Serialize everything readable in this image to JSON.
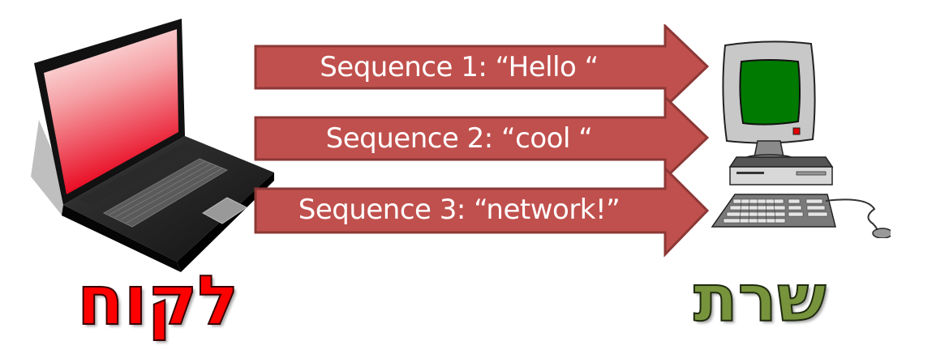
{
  "diagram": {
    "client": {
      "label": "לקוח",
      "icon": "laptop-icon",
      "label_color": "#ff0000",
      "screen_color": "#e8001a"
    },
    "server": {
      "label": "שרת",
      "icon": "desktop-computer-icon",
      "label_color": "#77933c",
      "screen_color": "#007a00",
      "power_led_color": "#e00000"
    },
    "arrows": [
      {
        "label": "Sequence 1: “Hello “"
      },
      {
        "label": "Sequence 2: “cool “"
      },
      {
        "label": "Sequence 3: “network!”"
      }
    ],
    "arrow_fill": "#c0504d",
    "arrow_stroke": "#8c3836"
  }
}
